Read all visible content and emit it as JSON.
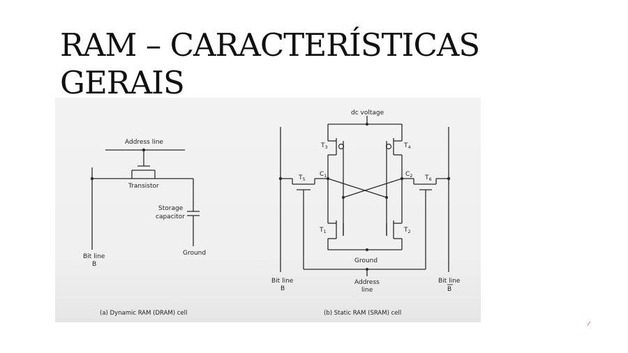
{
  "slide": {
    "title_line1": "RAM – CARACTERÍSTICAS",
    "title_line2": "GERAIS"
  },
  "dram": {
    "address_line": "Address line",
    "transistor": "Transistor",
    "storage": "Storage",
    "capacitor": "capacitor",
    "bit_line": "Bit line",
    "bit_b": "B",
    "ground": "Ground",
    "caption": "(a) Dynamic RAM (DRAM) cell"
  },
  "sram": {
    "dc_voltage": "dc voltage",
    "t3": "T",
    "t3_sub": "3",
    "t4": "T",
    "t4_sub": "4",
    "t5": "T",
    "t5_sub": "5",
    "t6": "T",
    "t6_sub": "6",
    "t1": "T",
    "t1_sub": "1",
    "t2": "T",
    "t2_sub": "2",
    "c1": "C",
    "c1_sub": "1",
    "c2": "C",
    "c2_sub": "2",
    "ground": "Ground",
    "address": "Address",
    "line": "line",
    "bit_line_left": "Bit line",
    "bit_b_left": "B",
    "bit_line_right": "Bit line",
    "bit_b_right": "B",
    "caption": "(b) Static RAM (SRAM) cell"
  },
  "corner_mark": "⁄"
}
